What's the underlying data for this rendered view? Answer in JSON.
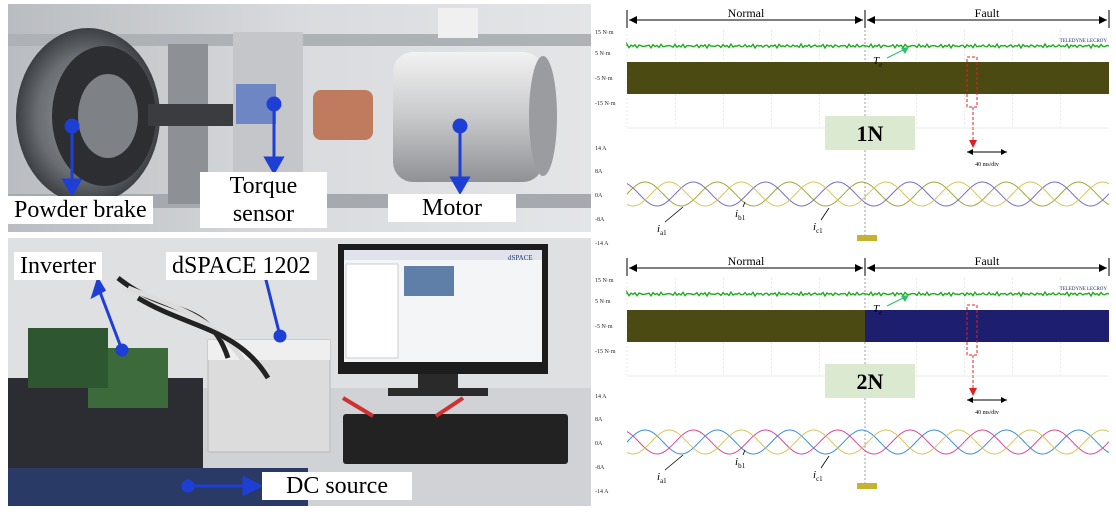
{
  "photos": {
    "top_labels": {
      "powder_brake": "Powder brake",
      "torque_sensor": "Torque sensor",
      "motor": "Motor"
    },
    "bottom_labels": {
      "inverter": "Inverter",
      "dspace": "dSPACE 1202",
      "dc_source": "DC source"
    },
    "screen_logo": "dSPACE"
  },
  "panels": [
    {
      "id": "1N",
      "badge": "1N",
      "normal_label": "Normal",
      "fault_label": "Fault",
      "torque_axis_ticks": [
        "15 N·m",
        "5 N·m",
        "-5 N·m",
        "-15 N·m"
      ],
      "current_axis_ticks": [
        "14 A",
        "8A",
        "0A",
        "-8A",
        "-14 A"
      ],
      "torque_label": "T",
      "torque_sub": "e",
      "current_labels": [
        {
          "main": "i",
          "sub": "a1"
        },
        {
          "main": "i",
          "sub": "b1"
        },
        {
          "main": "i",
          "sub": "c1"
        }
      ],
      "time_div": "40 ms/div",
      "scope_brand": "TELEDYNE LECROY",
      "colors": {
        "torque": "#22aa22",
        "band_normal": "#4b4a12",
        "band_fault": "#4b4a12",
        "ia": "#9ea839",
        "ib": "#7a6cc4",
        "ic": "#d6c65c",
        "badge_bg": "#dce9d1"
      }
    },
    {
      "id": "2N",
      "badge": "2N",
      "normal_label": "Normal",
      "fault_label": "Fault",
      "torque_axis_ticks": [
        "15 N·m",
        "5 N·m",
        "-5 N·m",
        "-15 N·m"
      ],
      "current_axis_ticks": [
        "14 A",
        "8A",
        "0A",
        "-8A",
        "-14 A"
      ],
      "torque_label": "T",
      "torque_sub": "e",
      "current_labels": [
        {
          "main": "i",
          "sub": "a1"
        },
        {
          "main": "i",
          "sub": "b1"
        },
        {
          "main": "i",
          "sub": "c1"
        }
      ],
      "time_div": "40 ms/div",
      "scope_brand": "TELEDYNE LECROY",
      "colors": {
        "torque": "#22aa22",
        "band_normal": "#4b4a12",
        "band_fault": "#1e1e6e",
        "ia": "#3a8fd8",
        "ib": "#d64a9a",
        "ic": "#d6c65c",
        "badge_bg": "#dce9d1"
      }
    }
  ]
}
